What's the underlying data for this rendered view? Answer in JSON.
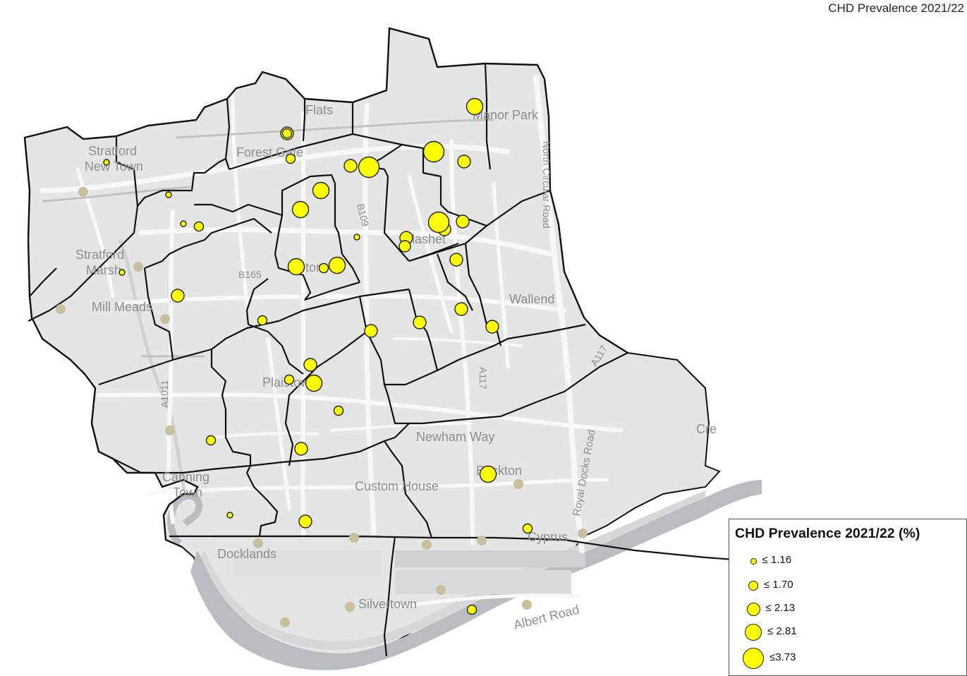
{
  "map": {
    "title": "CHD Prevalence 2021/22",
    "colors": {
      "background": "#ffffff",
      "basemap": "#e4e5e5",
      "river": "#b9bdc1",
      "road": "#f8f8f8",
      "boundary": "#111111",
      "marker_fill": "#ffff00",
      "marker_stroke": "#222222",
      "station": "#c9bf9e"
    },
    "place_labels": [
      "Stratford",
      "New Town",
      "Stratford",
      "Marsh",
      "Mill Meads",
      "Forest Gate",
      "Flats",
      "Manor Park",
      "Plashet",
      "Upton",
      "Wallend",
      "Plaistow",
      "Newham Way",
      "Custom House",
      "Beckton",
      "Canning",
      "Town",
      "Cyprus",
      "Docklands",
      "Silvertown",
      "Albert Road",
      "Royal Docks Road",
      "Cre"
    ],
    "road_labels": [
      "B109",
      "B165",
      "A1011",
      "A117",
      "North Circular Road",
      "A117"
    ],
    "markers_prevalence": [
      {
        "site": 1,
        "value": 0.9
      },
      {
        "site": 2,
        "value": 0.9
      },
      {
        "site": 3,
        "value": 0.9
      },
      {
        "site": 4,
        "value": 0.9
      },
      {
        "site": 5,
        "value": 0.9
      },
      {
        "site": 6,
        "value": 0.9
      },
      {
        "site": 7,
        "value": 1.4
      },
      {
        "site": 8,
        "value": 1.4
      },
      {
        "site": 9,
        "value": 1.4
      },
      {
        "site": 10,
        "value": 1.4
      },
      {
        "site": 11,
        "value": 1.4
      },
      {
        "site": 12,
        "value": 1.4
      },
      {
        "site": 13,
        "value": 1.4
      },
      {
        "site": 14,
        "value": 1.4
      },
      {
        "site": 15,
        "value": 1.4
      },
      {
        "site": 16,
        "value": 1.9
      },
      {
        "site": 17,
        "value": 1.9
      },
      {
        "site": 18,
        "value": 1.9
      },
      {
        "site": 19,
        "value": 1.9
      },
      {
        "site": 20,
        "value": 1.9
      },
      {
        "site": 21,
        "value": 1.9
      },
      {
        "site": 22,
        "value": 1.9
      },
      {
        "site": 23,
        "value": 1.9
      },
      {
        "site": 24,
        "value": 1.9
      },
      {
        "site": 25,
        "value": 1.9
      },
      {
        "site": 26,
        "value": 1.9
      },
      {
        "site": 27,
        "value": 1.9
      },
      {
        "site": 28,
        "value": 1.9
      },
      {
        "site": 29,
        "value": 2.5
      },
      {
        "site": 30,
        "value": 2.5
      },
      {
        "site": 31,
        "value": 2.5
      },
      {
        "site": 32,
        "value": 2.5
      },
      {
        "site": 33,
        "value": 2.5
      },
      {
        "site": 34,
        "value": 2.5
      },
      {
        "site": 35,
        "value": 2.5
      },
      {
        "site": 36,
        "value": 3.3
      },
      {
        "site": 37,
        "value": 3.3
      },
      {
        "site": 38,
        "value": 3.3
      },
      {
        "site": 39,
        "value": 1.9
      },
      {
        "site": 40,
        "value": 1.4
      },
      {
        "site": 41,
        "value": 1.4
      },
      {
        "site": 42,
        "value": 0.9
      }
    ]
  },
  "legend": {
    "title": "CHD Prevalence 2021/22 (%)",
    "classes": [
      {
        "label": "≤ 1.16",
        "max": 1.16
      },
      {
        "label": "≤ 1.70",
        "max": 1.7
      },
      {
        "label": "≤ 2.13",
        "max": 2.13
      },
      {
        "label": "≤ 2.81",
        "max": 2.81
      },
      {
        "label": "≤3.73",
        "max": 3.73
      }
    ]
  }
}
